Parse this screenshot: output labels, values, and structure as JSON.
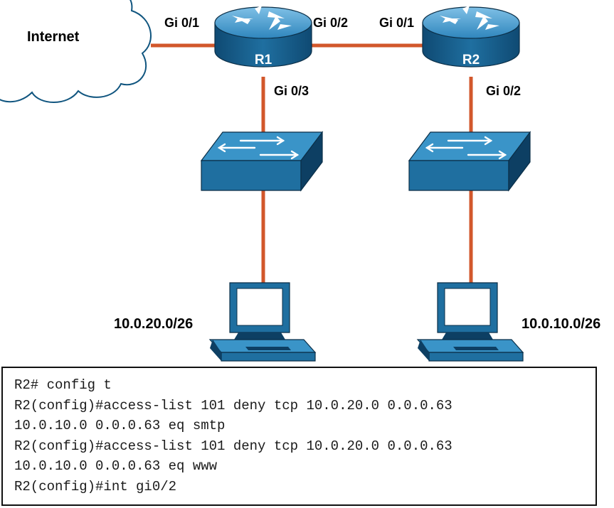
{
  "topology": {
    "cloud": {
      "label": "Internet"
    },
    "routers": [
      {
        "name": "R1",
        "ports": [
          "Gi 0/1",
          "Gi 0/2",
          "Gi 0/3"
        ]
      },
      {
        "name": "R2",
        "ports": [
          "Gi 0/1",
          "Gi 0/2"
        ]
      }
    ],
    "subnets": [
      "10.0.20.0/26",
      "10.0.10.0/26"
    ],
    "colors": {
      "link": "#d2572b",
      "device": "#1f6fa0",
      "device_dark": "#0d3f63",
      "device_light": "#5aa6d3"
    }
  },
  "cli": {
    "lines": [
      "R2# config t",
      "R2(config)#access-list 101 deny tcp 10.0.20.0 0.0.0.63",
      "10.0.10.0 0.0.0.63 eq smtp",
      "R2(config)#access-list 101 deny tcp 10.0.20.0 0.0.0.63",
      "10.0.10.0 0.0.0.63 eq www",
      "R2(config)#int gi0/2"
    ]
  }
}
